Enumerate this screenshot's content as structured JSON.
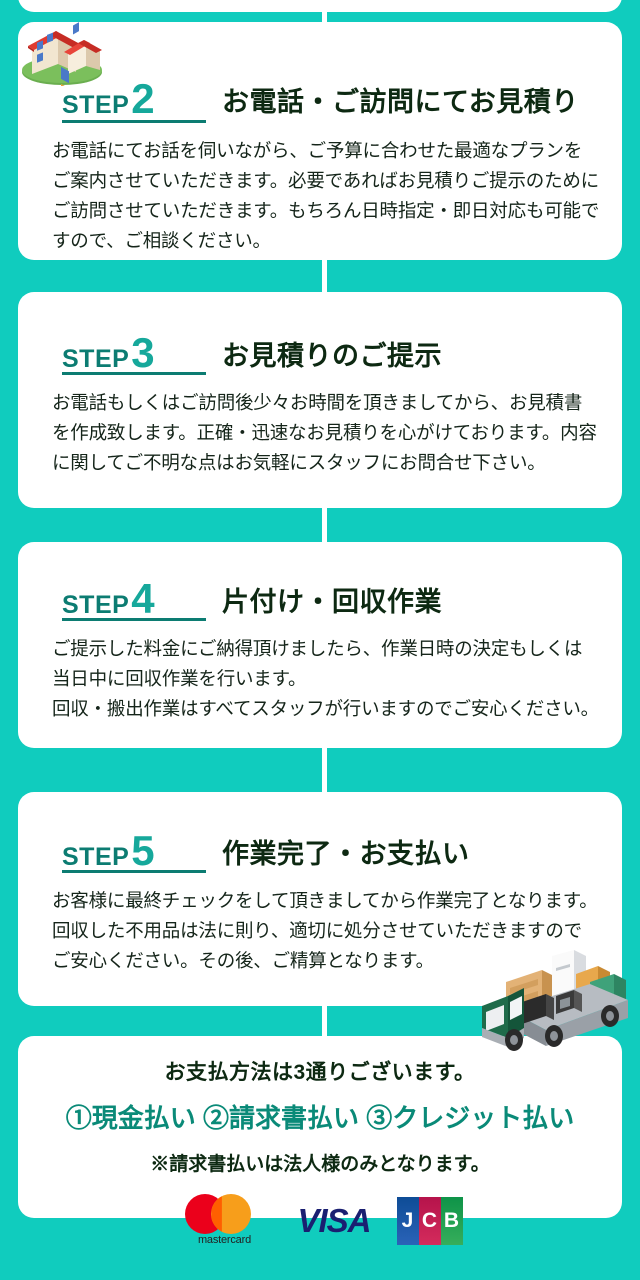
{
  "theme": {
    "background": "#10CCBE",
    "card_background": "#FFFFFF",
    "step_word_color": "#0C7C72",
    "step_number_color": "#16A89B",
    "title_color": "#0D2912",
    "body_color": "#15251A",
    "payment_accent": "#0A8A78"
  },
  "steps": [
    {
      "step_word": "STEP",
      "step_number": "2",
      "title": "お電話・ご訪問にてお見積り",
      "body": "お電話にてお話を伺いながら、ご予算に合わせた最適なプランをご案内させていただきます。必要であればお見積りご提示のためにご訪問させていただきます。もちろん日時指定・即日対応も可能ですので、ご相談ください。",
      "icon": "house-icon"
    },
    {
      "step_word": "STEP",
      "step_number": "3",
      "title": "お見積りのご提示",
      "body": "お電話もしくはご訪問後少々お時間を頂きましてから、お見積書を作成致します。正確・迅速なお見積りを心がけております。内容に関してご不明な点はお気軽にスタッフにお問合せ下さい。"
    },
    {
      "step_word": "STEP",
      "step_number": "4",
      "title": "片付け・回収作業",
      "body": "ご提示した料金にご納得頂けましたら、作業日時の決定もしくは当日中に回収作業を行います。\n回収・搬出作業はすべてスタッフが行いますのでご安心ください。"
    },
    {
      "step_word": "STEP",
      "step_number": "5",
      "title": "作業完了・お支払い",
      "body": "お客様に最終チェックをして頂きましてから作業完了となります。\n回収した不用品は法に則り、適切に処分させていただきますのでご安心ください。その後、ご精算となります。",
      "icon": "truck-icon"
    }
  ],
  "payment": {
    "lead": "お支払方法は3通りございます。",
    "methods": "①現金払い ②請求書払い ③クレジット払い",
    "note": "※請求書払いは法人様のみとなります。",
    "logos": [
      {
        "name": "mastercard",
        "label": "mastercard"
      },
      {
        "name": "visa",
        "label": "VISA"
      },
      {
        "name": "jcb",
        "letters": [
          "J",
          "C",
          "B"
        ]
      }
    ]
  }
}
